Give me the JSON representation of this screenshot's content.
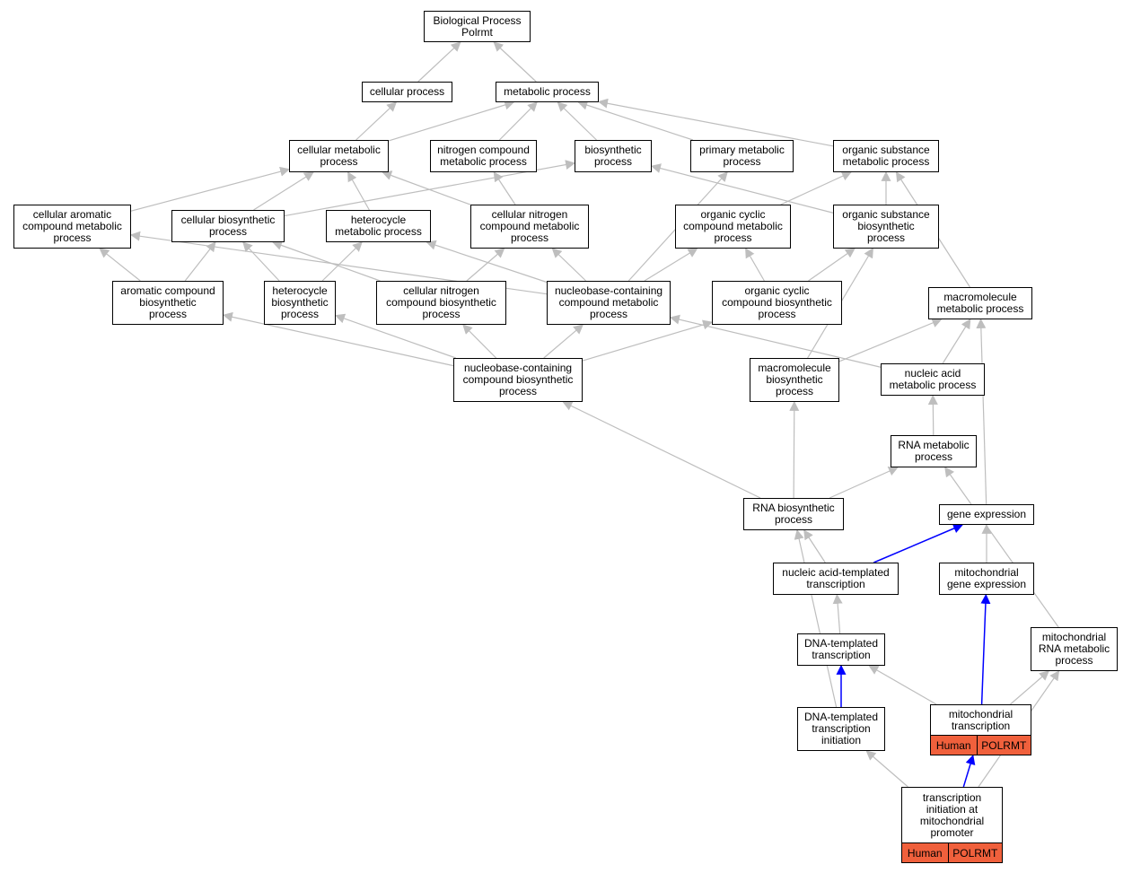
{
  "graph": {
    "nodes": [
      {
        "id": "bp",
        "label": "Biological Process\nPolrmt"
      },
      {
        "id": "cp",
        "label": "cellular process"
      },
      {
        "id": "mp",
        "label": "metabolic process"
      },
      {
        "id": "cmp",
        "label": "cellular metabolic\nprocess"
      },
      {
        "id": "ncmp",
        "label": "nitrogen compound\nmetabolic process"
      },
      {
        "id": "bsp",
        "label": "biosynthetic\nprocess"
      },
      {
        "id": "pmp",
        "label": "primary metabolic\nprocess"
      },
      {
        "id": "osmp",
        "label": "organic substance\nmetabolic process"
      },
      {
        "id": "cacmp",
        "label": "cellular aromatic\ncompound metabolic\nprocess"
      },
      {
        "id": "cbp",
        "label": "cellular biosynthetic\nprocess"
      },
      {
        "id": "hmp",
        "label": "heterocycle\nmetabolic process"
      },
      {
        "id": "cncmp",
        "label": "cellular nitrogen\ncompound metabolic\nprocess"
      },
      {
        "id": "occmp",
        "label": "organic cyclic\ncompound metabolic\nprocess"
      },
      {
        "id": "osbp",
        "label": "organic substance\nbiosynthetic\nprocess"
      },
      {
        "id": "acbp",
        "label": "aromatic compound\nbiosynthetic\nprocess"
      },
      {
        "id": "hbp",
        "label": "heterocycle\nbiosynthetic\nprocess"
      },
      {
        "id": "cncbp",
        "label": "cellular nitrogen\ncompound biosynthetic\nprocess"
      },
      {
        "id": "nbcmp",
        "label": "nucleobase-containing\ncompound metabolic\nprocess"
      },
      {
        "id": "occbp",
        "label": "organic cyclic\ncompound biosynthetic\nprocess"
      },
      {
        "id": "mmp",
        "label": "macromolecule\nmetabolic process"
      },
      {
        "id": "nbcbp",
        "label": "nucleobase-containing\ncompound biosynthetic\nprocess"
      },
      {
        "id": "mbp",
        "label": "macromolecule\nbiosynthetic\nprocess"
      },
      {
        "id": "namp",
        "label": "nucleic acid\nmetabolic process"
      },
      {
        "id": "rmp",
        "label": "RNA metabolic\nprocess"
      },
      {
        "id": "rbp",
        "label": "RNA biosynthetic\nprocess"
      },
      {
        "id": "ge",
        "label": "gene expression"
      },
      {
        "id": "natt",
        "label": "nucleic acid-templated\ntranscription"
      },
      {
        "id": "mge",
        "label": "mitochondrial\ngene expression"
      },
      {
        "id": "dtt",
        "label": "DNA-templated\ntranscription"
      },
      {
        "id": "mrmp",
        "label": "mitochondrial\nRNA metabolic\nprocess"
      },
      {
        "id": "mt",
        "label": "mitochondrial\ntranscription",
        "annotation": [
          "Human",
          "POLRMT"
        ]
      },
      {
        "id": "dtti",
        "label": "DNA-templated\ntranscription\ninitiation"
      },
      {
        "id": "timp",
        "label": "transcription\ninitiation at\nmitochondrial\npromoter",
        "annotation": [
          "Human",
          "POLRMT"
        ]
      }
    ],
    "edges": [
      {
        "from": "cp",
        "to": "bp",
        "color": "#bebebe"
      },
      {
        "from": "mp",
        "to": "bp",
        "color": "#bebebe"
      },
      {
        "from": "cmp",
        "to": "cp",
        "color": "#bebebe"
      },
      {
        "from": "cmp",
        "to": "mp",
        "color": "#bebebe"
      },
      {
        "from": "ncmp",
        "to": "mp",
        "color": "#bebebe"
      },
      {
        "from": "bsp",
        "to": "mp",
        "color": "#bebebe"
      },
      {
        "from": "pmp",
        "to": "mp",
        "color": "#bebebe"
      },
      {
        "from": "osmp",
        "to": "mp",
        "color": "#bebebe"
      },
      {
        "from": "cacmp",
        "to": "cmp",
        "color": "#bebebe"
      },
      {
        "from": "cbp",
        "to": "cmp",
        "color": "#bebebe"
      },
      {
        "from": "cbp",
        "to": "bsp",
        "color": "#bebebe"
      },
      {
        "from": "hmp",
        "to": "cmp",
        "color": "#bebebe"
      },
      {
        "from": "cncmp",
        "to": "cmp",
        "color": "#bebebe"
      },
      {
        "from": "cncmp",
        "to": "ncmp",
        "color": "#bebebe"
      },
      {
        "from": "occmp",
        "to": "osmp",
        "color": "#bebebe"
      },
      {
        "from": "osbp",
        "to": "osmp",
        "color": "#bebebe"
      },
      {
        "from": "osbp",
        "to": "bsp",
        "color": "#bebebe"
      },
      {
        "from": "acbp",
        "to": "cacmp",
        "color": "#bebebe"
      },
      {
        "from": "acbp",
        "to": "cbp",
        "color": "#bebebe"
      },
      {
        "from": "hbp",
        "to": "cbp",
        "color": "#bebebe"
      },
      {
        "from": "hbp",
        "to": "hmp",
        "color": "#bebebe"
      },
      {
        "from": "cncbp",
        "to": "cbp",
        "color": "#bebebe"
      },
      {
        "from": "cncbp",
        "to": "cncmp",
        "color": "#bebebe"
      },
      {
        "from": "nbcmp",
        "to": "cacmp",
        "color": "#bebebe"
      },
      {
        "from": "nbcmp",
        "to": "hmp",
        "color": "#bebebe"
      },
      {
        "from": "nbcmp",
        "to": "cncmp",
        "color": "#bebebe"
      },
      {
        "from": "nbcmp",
        "to": "occmp",
        "color": "#bebebe"
      },
      {
        "from": "nbcmp",
        "to": "pmp",
        "color": "#bebebe"
      },
      {
        "from": "occbp",
        "to": "occmp",
        "color": "#bebebe"
      },
      {
        "from": "occbp",
        "to": "osbp",
        "color": "#bebebe"
      },
      {
        "from": "mmp",
        "to": "osmp",
        "color": "#bebebe"
      },
      {
        "from": "nbcbp",
        "to": "acbp",
        "color": "#bebebe"
      },
      {
        "from": "nbcbp",
        "to": "hbp",
        "color": "#bebebe"
      },
      {
        "from": "nbcbp",
        "to": "cncbp",
        "color": "#bebebe"
      },
      {
        "from": "nbcbp",
        "to": "nbcmp",
        "color": "#bebebe"
      },
      {
        "from": "nbcbp",
        "to": "occbp",
        "color": "#bebebe"
      },
      {
        "from": "mbp",
        "to": "mmp",
        "color": "#bebebe"
      },
      {
        "from": "mbp",
        "to": "osbp",
        "color": "#bebebe"
      },
      {
        "from": "namp",
        "to": "mmp",
        "color": "#bebebe"
      },
      {
        "from": "namp",
        "to": "nbcmp",
        "color": "#bebebe"
      },
      {
        "from": "rmp",
        "to": "namp",
        "color": "#bebebe"
      },
      {
        "from": "rbp",
        "to": "nbcbp",
        "color": "#bebebe"
      },
      {
        "from": "rbp",
        "to": "mbp",
        "color": "#bebebe"
      },
      {
        "from": "rbp",
        "to": "rmp",
        "color": "#bebebe"
      },
      {
        "from": "ge",
        "to": "mmp",
        "color": "#bebebe"
      },
      {
        "from": "natt",
        "to": "rbp",
        "color": "#bebebe"
      },
      {
        "from": "natt",
        "to": "ge",
        "color": "#0000ff"
      },
      {
        "from": "mge",
        "to": "ge",
        "color": "#bebebe"
      },
      {
        "from": "dtt",
        "to": "natt",
        "color": "#bebebe"
      },
      {
        "from": "mrmp",
        "to": "rmp",
        "color": "#bebebe"
      },
      {
        "from": "mt",
        "to": "dtt",
        "color": "#bebebe"
      },
      {
        "from": "mt",
        "to": "mge",
        "color": "#0000ff"
      },
      {
        "from": "mt",
        "to": "mrmp",
        "color": "#bebebe"
      },
      {
        "from": "dtti",
        "to": "dtt",
        "color": "#0000ff"
      },
      {
        "from": "dtti",
        "to": "rbp",
        "color": "#bebebe"
      },
      {
        "from": "timp",
        "to": "dtti",
        "color": "#bebebe"
      },
      {
        "from": "timp",
        "to": "mt",
        "color": "#0000ff"
      },
      {
        "from": "timp",
        "to": "mrmp",
        "color": "#bebebe"
      }
    ]
  },
  "colors": {
    "edge_default": "#bebebe",
    "edge_highlight": "#0000ff",
    "annotation_fill": "#f0603c"
  }
}
